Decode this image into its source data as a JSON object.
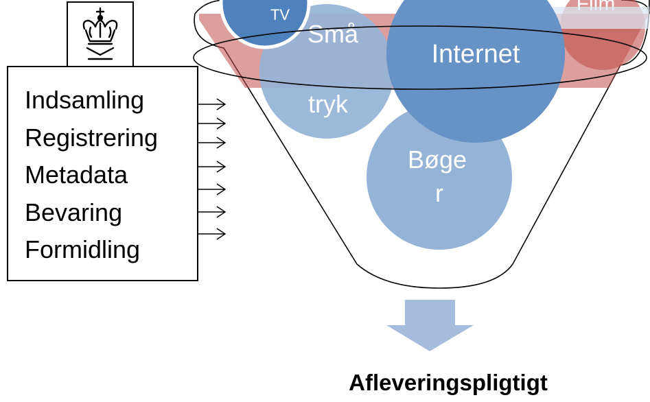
{
  "process_list": {
    "items": [
      "Indsamling",
      "Registrering",
      "Metadata",
      "Bevaring",
      "Formidling"
    ]
  },
  "funnel": {
    "media": {
      "tv": "TV",
      "smaa_tryk_line1": "Små",
      "smaa_tryk_line2": "tryk",
      "internet": "Internet",
      "boeger_line1": "Bøge",
      "boeger_line2": "r",
      "film": "Film"
    }
  },
  "caption": "Afleveringspligtigt",
  "colors": {
    "light_blue": "#95b3d7",
    "dark_blue": "#4f81bd",
    "red": "#c0504d",
    "arrow": "#a6bcdc"
  },
  "icons": {
    "logo": "royal-crown-logo-icon",
    "down_arrow": "down-arrow-icon"
  }
}
